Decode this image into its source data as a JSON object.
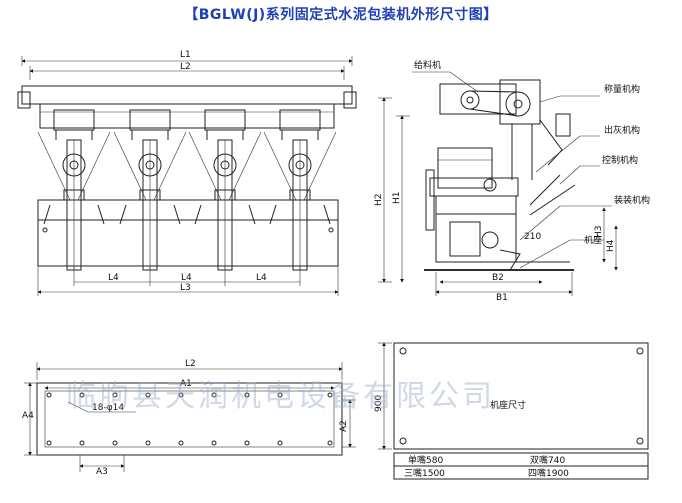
{
  "title": "【BGLW(J)系列固定式水泥包装机外形尺寸图】",
  "front_dims": {
    "l1": "L1",
    "l2": "L2",
    "l4a": "L4",
    "l4b": "L4",
    "l4c": "L4",
    "l3": "L3"
  },
  "side_dims": {
    "h1": "H1",
    "h2": "H2",
    "h3": "H3",
    "h4": "H4",
    "b1": "B1",
    "b2": "B2",
    "v210": "210"
  },
  "callouts": {
    "feeder": "给料机",
    "weighing": "称量机构",
    "discharge": "出灰机构",
    "control": "控制机构",
    "bagging": "装装机构",
    "base": "机座"
  },
  "plan_dims": {
    "l2": "L2",
    "a1": "A1",
    "a2": "A2",
    "a3": "A3",
    "a4": "A4",
    "holes": "18-φ14"
  },
  "base_plate": {
    "label": "机座尺寸",
    "height_label": "900"
  },
  "spout_table": {
    "r1c1": "单嘴580",
    "r1c2": "双嘴740",
    "r2c1": "三嘴1500",
    "r2c2": "四嘴1900"
  },
  "watermark": "临朐县天润机电设备有限公司"
}
